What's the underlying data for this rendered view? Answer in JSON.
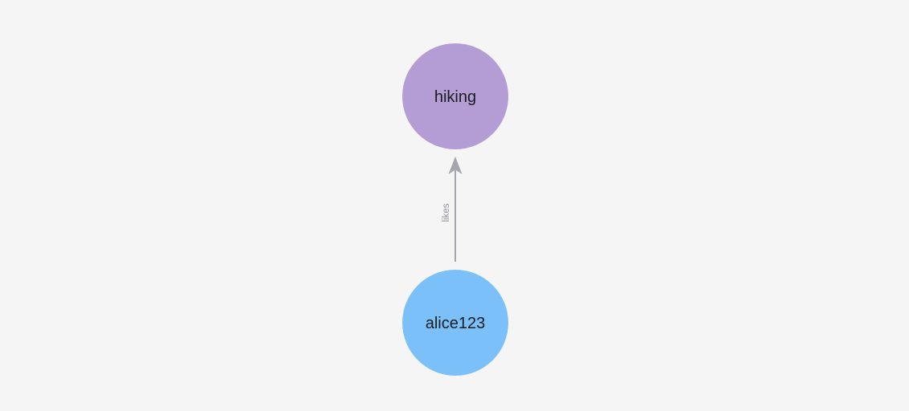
{
  "canvas": {
    "background": "#f5f5f6"
  },
  "graph": {
    "nodes": [
      {
        "id": "hiking",
        "label": "hiking",
        "color": "#b39dd4"
      },
      {
        "id": "alice123",
        "label": "alice123",
        "color": "#7cc0f9"
      }
    ],
    "edges": [
      {
        "label": "likes",
        "from": "alice123",
        "to": "hiking",
        "color": "#a4a4ac",
        "label_color": "#8f8f97"
      }
    ]
  }
}
